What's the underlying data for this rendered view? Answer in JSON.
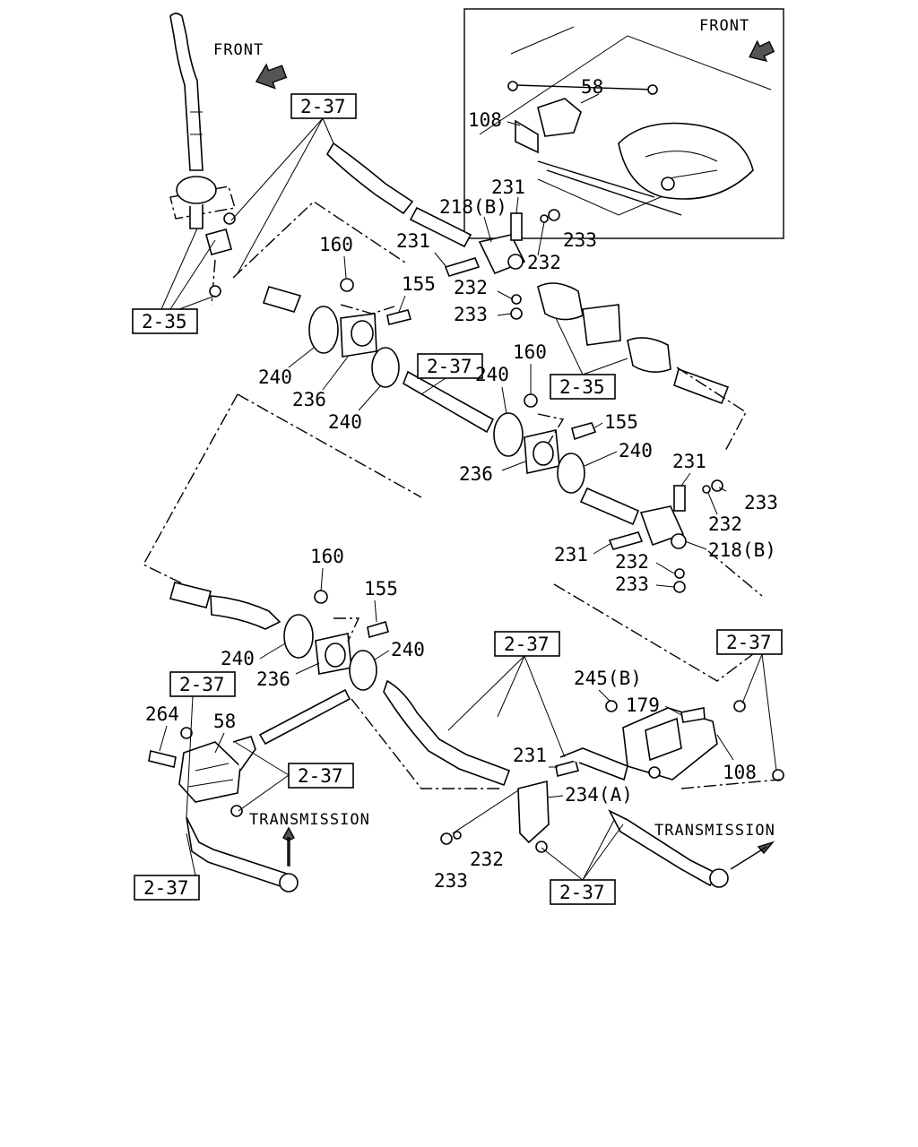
{
  "front_labels": {
    "main": "FRONT",
    "inset": "FRONT"
  },
  "transmission_labels": {
    "left": "TRANSMISSION",
    "right": "TRANSMISSION"
  },
  "ref_boxes": {
    "r1": "2-37",
    "r2": "2-35",
    "r3": "2-37",
    "r4": "2-35",
    "r5": "2-37",
    "r6": "2-37",
    "r7": "2-37",
    "r8": "2-37",
    "r9": "2-37",
    "r10": "2-37"
  },
  "callouts": {
    "c58_inset": "58",
    "c108_inset": "108",
    "c231_a": "231",
    "c218b_a": "218(B)",
    "c233_a": "233",
    "c231_b": "231",
    "c232_a": "232",
    "c232_b": "232",
    "c233_b": "233",
    "c160_a": "160",
    "c155_a": "155",
    "c240_a": "240",
    "c236_a": "236",
    "c240_b": "240",
    "c160_b": "160",
    "c240_c": "240",
    "c155_b": "155",
    "c236_b": "236",
    "c240_d": "240",
    "c231_c": "231",
    "c233_c": "233",
    "c232_c": "232",
    "c231_d": "231",
    "c218b_b": "218(B)",
    "c232_d": "232",
    "c233_d": "233",
    "c160_c": "160",
    "c155_c": "155",
    "c240_e": "240",
    "c240_f": "240",
    "c236_c": "236",
    "c245b": "245(B)",
    "c179": "179",
    "c264": "264",
    "c58": "58",
    "c231_e": "231",
    "c234a": "234(A)",
    "c108": "108",
    "c232_e": "232",
    "c233_e": "233"
  }
}
